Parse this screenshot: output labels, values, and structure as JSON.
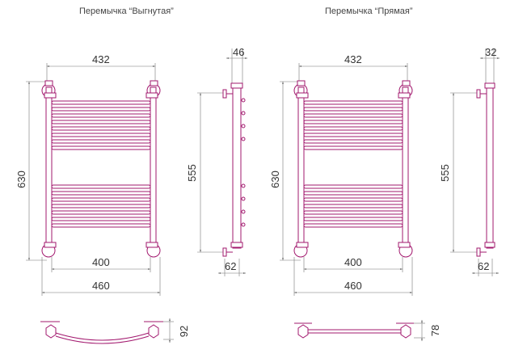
{
  "titles": {
    "left": "Перемычка “Выгнутая”",
    "right": "Перемычка “Прямая”"
  },
  "left": {
    "front": {
      "top_width": "432",
      "height": "630",
      "inner_width": "400",
      "outer_width": "460"
    },
    "side": {
      "depth": "46",
      "center_distance": "555",
      "wall_offset": "62"
    },
    "top_view": {
      "depth": "92"
    }
  },
  "right": {
    "front": {
      "top_width": "432",
      "height": "630",
      "inner_width": "400",
      "outer_width": "460"
    },
    "side": {
      "depth": "32",
      "center_distance": "555",
      "wall_offset": "62"
    },
    "top_view": {
      "depth": "78"
    }
  },
  "colors": {
    "outline": "#a2186e",
    "dimension": "#777777",
    "text": "#333333"
  }
}
